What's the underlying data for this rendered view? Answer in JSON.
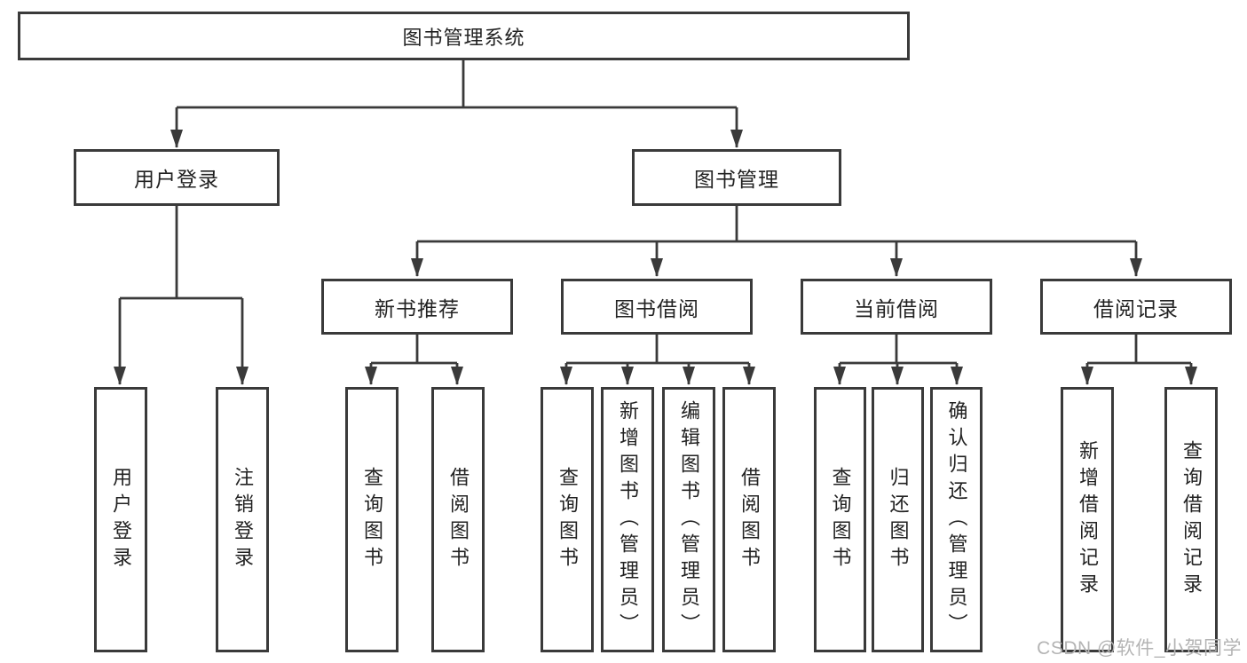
{
  "chart": {
    "type": "tree-diagram",
    "root": "图书管理系统",
    "branches": [
      {
        "label": "用户登录",
        "children": [
          "用户登录",
          "注销登录"
        ]
      },
      {
        "label": "图书管理",
        "sections": [
          {
            "label": "新书推荐",
            "children": [
              "查询图书",
              "借阅图书"
            ]
          },
          {
            "label": "图书借阅",
            "children": [
              "查询图书",
              "新增图书（管理员）",
              "编辑图书（管理员）",
              "借阅图书"
            ]
          },
          {
            "label": "当前借阅",
            "children": [
              "查询图书",
              "归还图书",
              "确认归还（管理员）"
            ]
          },
          {
            "label": "借阅记录",
            "children": [
              "新增借阅记录",
              "查询借阅记录"
            ]
          }
        ]
      }
    ]
  },
  "watermark": {
    "text": "CSDN @软件_小贺同学"
  },
  "colors": {
    "line": "#3a3a3a",
    "text": "#222222",
    "watermark": "#b4b4b4",
    "bg": "#ffffff"
  }
}
